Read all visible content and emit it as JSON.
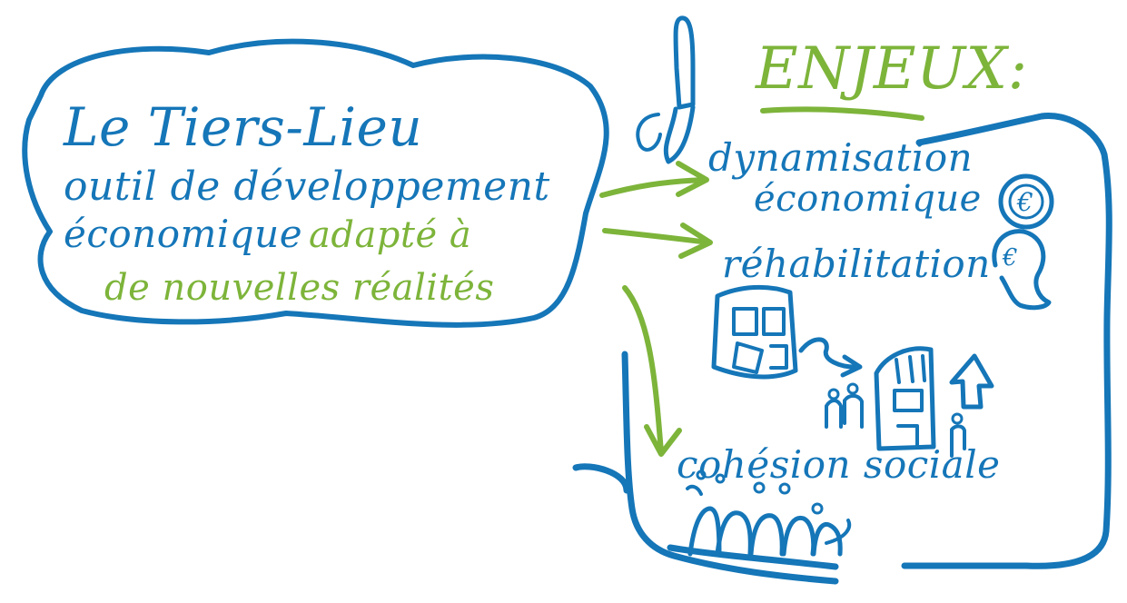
{
  "colors": {
    "blue": "#1576b8",
    "green": "#7db43a",
    "background": "#ffffff"
  },
  "bubble": {
    "line1": "Le Tiers-Lieu",
    "line2": "outil de développement",
    "line3_blue": "économique",
    "line3_green": "adapté à",
    "line4": "de nouvelles réalités"
  },
  "enjeux": {
    "title": "ENJEUX:",
    "item1_line1": "dynamisation",
    "item1_line2": "économique",
    "item2": "réhabilitation",
    "item3": "cohésion sociale",
    "euro_symbol": "€"
  },
  "icons": [
    "brush-icon",
    "euro-coin-icon",
    "euro-head-icon",
    "old-building-icon",
    "new-building-icon",
    "up-arrow-icon",
    "people-icon",
    "group-people-icon"
  ]
}
